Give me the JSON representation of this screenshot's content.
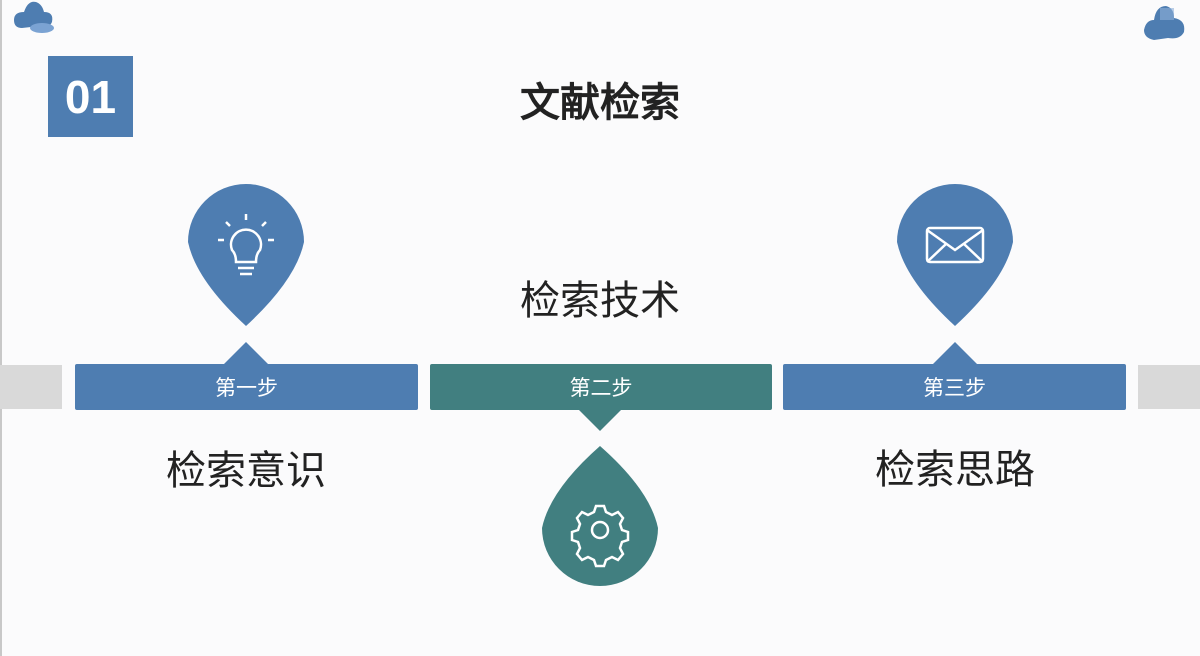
{
  "header": {
    "number": "01",
    "title": "文献检索"
  },
  "steps": [
    {
      "label": "第一步",
      "caption": "检索意识",
      "icon": "lightbulb-icon"
    },
    {
      "label": "第二步",
      "caption": "检索技术",
      "icon": "gear-icon"
    },
    {
      "label": "第三步",
      "caption": "检索思路",
      "icon": "envelope-icon"
    }
  ],
  "colors": {
    "blue": "#4e7db1",
    "teal": "#417f80",
    "gray": "#d9d9d9"
  }
}
